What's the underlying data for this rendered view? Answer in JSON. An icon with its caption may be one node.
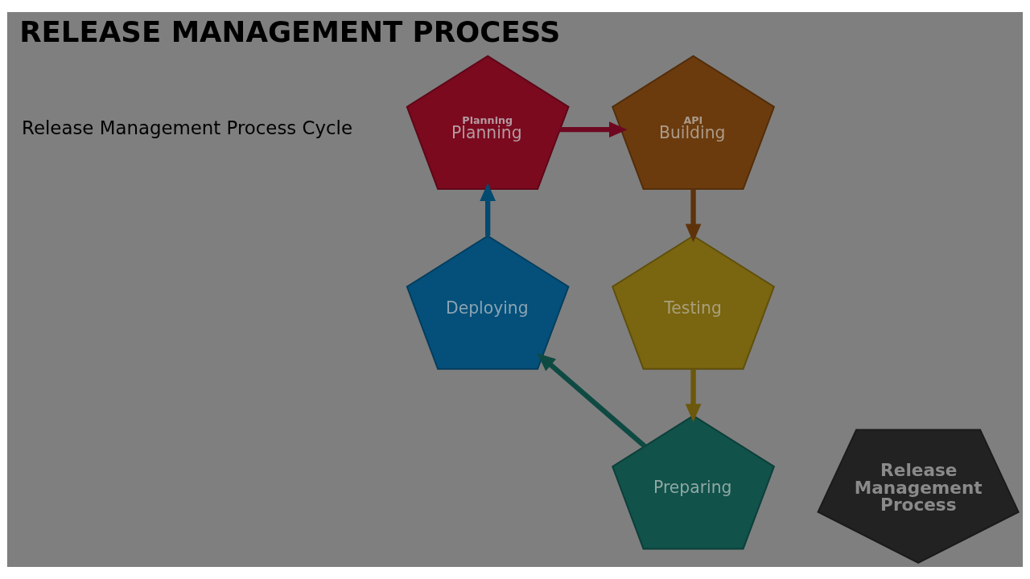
{
  "diagram": {
    "title": "RELEASE MANAGEMENT PROCESS",
    "nodes": [
      {
        "text": [
          "Release Management Process"
        ]
      },
      {
        "text": [
          "Planning",
          "Planning"
        ]
      },
      {
        "text": [
          "API",
          "Building"
        ]
      },
      {
        "text": [
          "Testing"
        ]
      },
      {
        "text": [
          "Preparing"
        ]
      },
      {
        "text": [
          "Deploying"
        ]
      }
    ],
    "edges": [
      {
        "from": 1,
        "to": 2,
        "arrow": "to",
        "color": "#6e0820"
      },
      {
        "from": 2,
        "to": 3,
        "arrow": "to",
        "color": "#5e330b"
      },
      {
        "from": 3,
        "to": 4,
        "arrow": "to",
        "color": "#6b580c"
      },
      {
        "from": 4,
        "to": 5,
        "arrow": "to",
        "color": "#0f4a42"
      },
      {
        "from": 5,
        "to": 1,
        "arrow": "to",
        "color": "#034a70"
      }
    ],
    "labels": [
      "Release Management Process Cycle"
    ]
  }
}
